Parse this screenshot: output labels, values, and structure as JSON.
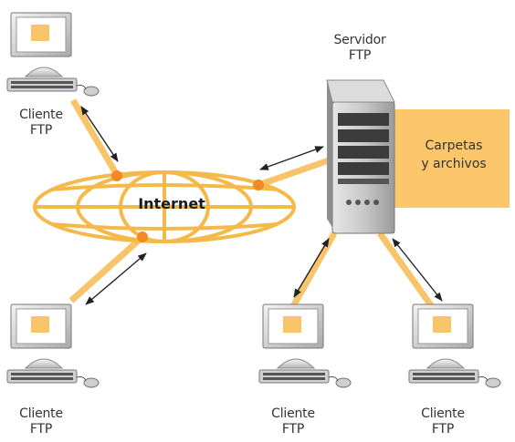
{
  "network": {
    "label": "Internet"
  },
  "server": {
    "line1": "Servidor",
    "line2": "FTP"
  },
  "folder": {
    "line1": "Carpetas",
    "line2": "y archivos"
  },
  "clients": [
    {
      "line1": "Cliente",
      "line2": "FTP"
    },
    {
      "line1": "Cliente",
      "line2": "FTP"
    },
    {
      "line1": "Cliente",
      "line2": "FTP"
    },
    {
      "line1": "Cliente",
      "line2": "FTP"
    }
  ],
  "colors": {
    "orange_link": "#f7c46a",
    "globe_line": "#f5b94a",
    "node_dot": "#f08a24",
    "folder_fill": "#fbc76a",
    "screen_accent": "#f8c46a",
    "server_gray": "#bfbfbf"
  }
}
